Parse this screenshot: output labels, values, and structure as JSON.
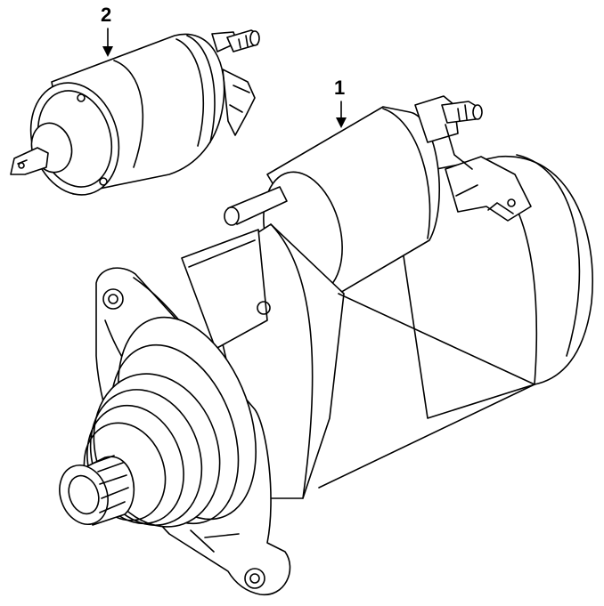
{
  "diagram": {
    "parts": [
      {
        "id": "starter-motor",
        "callout": "1"
      },
      {
        "id": "solenoid",
        "callout": "2"
      }
    ]
  }
}
